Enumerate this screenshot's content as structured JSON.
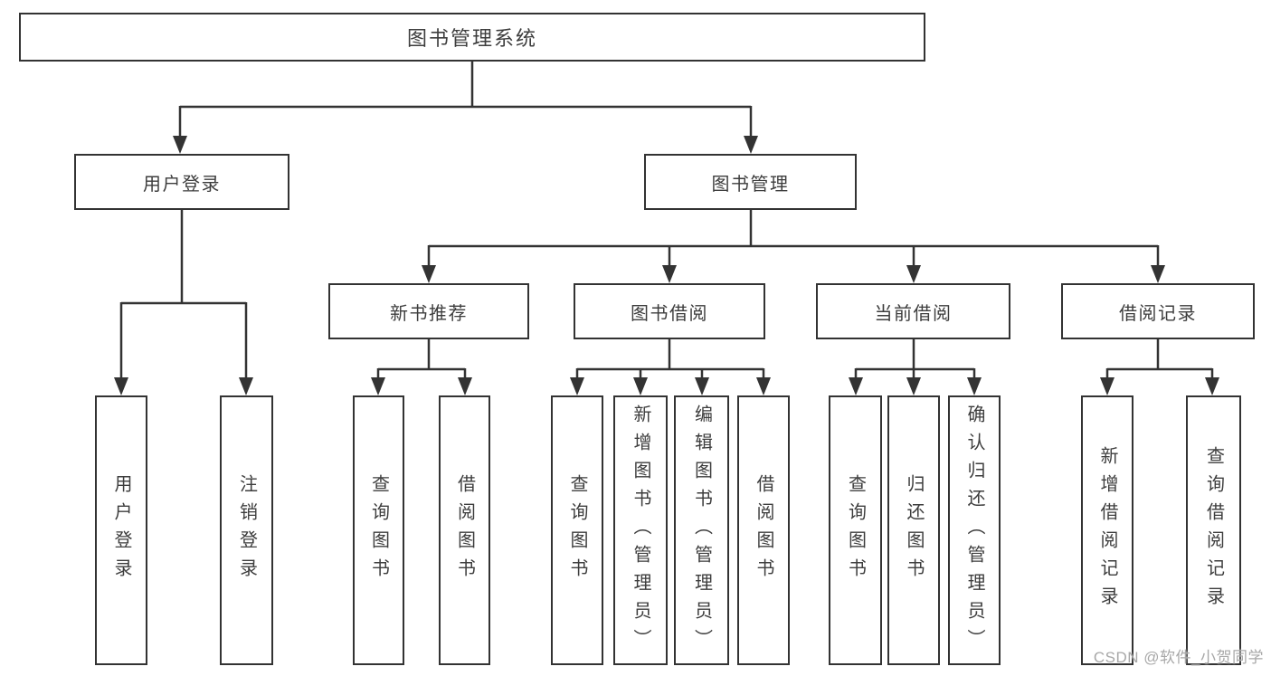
{
  "tree": {
    "root": "图书管理系统",
    "user_login": {
      "label": "用户登录",
      "children": [
        "用户登录",
        "注销登录"
      ]
    },
    "book_management": {
      "label": "图书管理",
      "children": [
        {
          "label": "新书推荐",
          "children": [
            "查询图书",
            "借阅图书"
          ]
        },
        {
          "label": "图书借阅",
          "children": [
            "查询图书",
            "新增图书（管理员）",
            "编辑图书（管理员）",
            "借阅图书"
          ]
        },
        {
          "label": "当前借阅",
          "children": [
            "查询图书",
            "归还图书",
            "确认归还（管理员）"
          ]
        },
        {
          "label": "借阅记录",
          "children": [
            "新增借阅记录",
            "查询借阅记录"
          ]
        }
      ]
    }
  },
  "watermark": "CSDN @软件_小贺同学",
  "colors": {
    "line": "#333333",
    "text": "#3d3d3d",
    "watermark": "#a8a8a8",
    "background": "#ffffff"
  }
}
